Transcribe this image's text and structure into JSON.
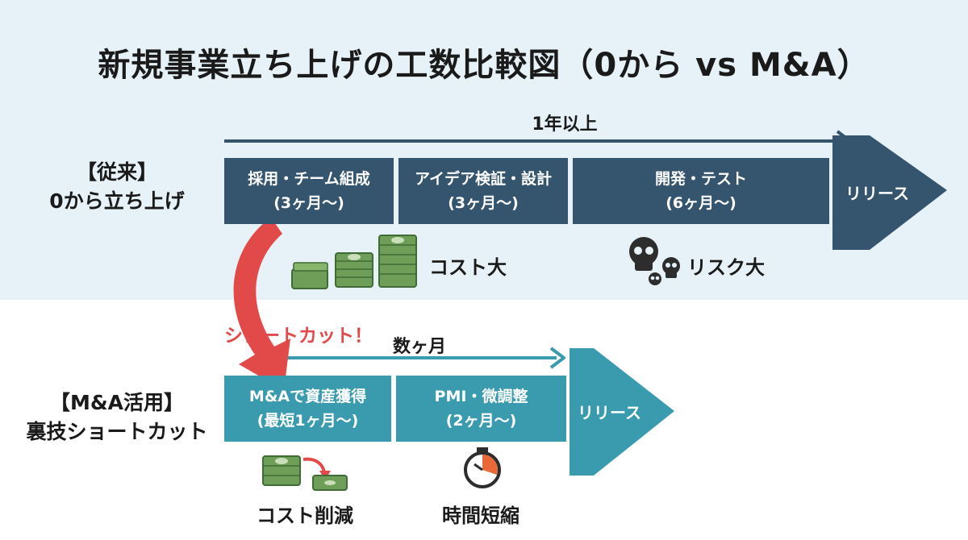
{
  "title": "新規事業立ち上げの工数比較図（0から vs M&A）",
  "traditional": {
    "label_line1": "【従来】",
    "label_line2": "0から立ち上げ",
    "duration": "1年以上",
    "phases": [
      {
        "name": "採用・チーム組成",
        "period": "(3ヶ月〜)"
      },
      {
        "name": "アイデア検証・設計",
        "period": "(3ヶ月〜)"
      },
      {
        "name": "開発・テスト",
        "period": "(6ヶ月〜)"
      }
    ],
    "release": "リリース",
    "cost_label": "コスト大",
    "risk_label": "リスク大"
  },
  "shortcut_label": "ショートカット！",
  "ma": {
    "label_line1": "【M&A活用】",
    "label_line2": "裏技ショートカット",
    "duration": "数ヶ月",
    "phases": [
      {
        "name": "M&Aで資産獲得",
        "period": "(最短1ヶ月〜)"
      },
      {
        "name": "PMI・微調整",
        "period": "(2ヶ月〜)"
      }
    ],
    "release": "リリース",
    "cost_label": "コスト削減",
    "time_label": "時間短縮"
  },
  "colors": {
    "top_band": "#e6f2f7",
    "traditional_phase": "#35546e",
    "ma_phase": "#3a9bae",
    "shortcut_red": "#e24a4a",
    "money_green": "#6f9e58"
  }
}
